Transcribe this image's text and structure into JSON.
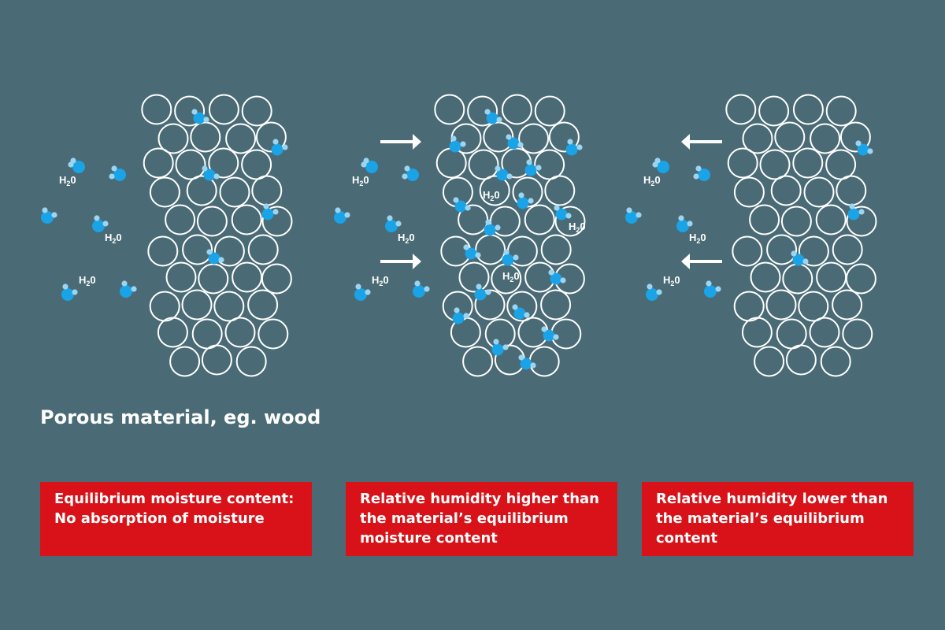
{
  "colors": {
    "background": "#4a6b75",
    "box": "#d81218",
    "molecule_oxygen": "#1aa3e6",
    "molecule_hydrogen": "#9bd5f2",
    "pore_stroke": "#ffffff",
    "arrow": "#ffffff"
  },
  "molecule_label": {
    "base": "H",
    "subscript": "2",
    "suffix": "0"
  },
  "caption": "Porous material, eg. wood",
  "panels": [
    {
      "description_lines": [
        "Equilibrium moisture content:",
        "No absorption of moisture"
      ],
      "arrows": "none",
      "icons": [
        "water-molecule-icon",
        "pore-circle-icon"
      ]
    },
    {
      "description_lines": [
        "Relative humidity higher than",
        "the material’s equilibrium",
        "moisture content"
      ],
      "arrows": "into-material",
      "icons": [
        "water-molecule-icon",
        "pore-circle-icon",
        "arrow-right-icon"
      ]
    },
    {
      "description_lines": [
        "Relative humidity lower than",
        "the material’s equilibrium",
        "content"
      ],
      "arrows": "out-of-material",
      "icons": [
        "water-molecule-icon",
        "pore-circle-icon",
        "arrow-left-icon"
      ]
    }
  ]
}
